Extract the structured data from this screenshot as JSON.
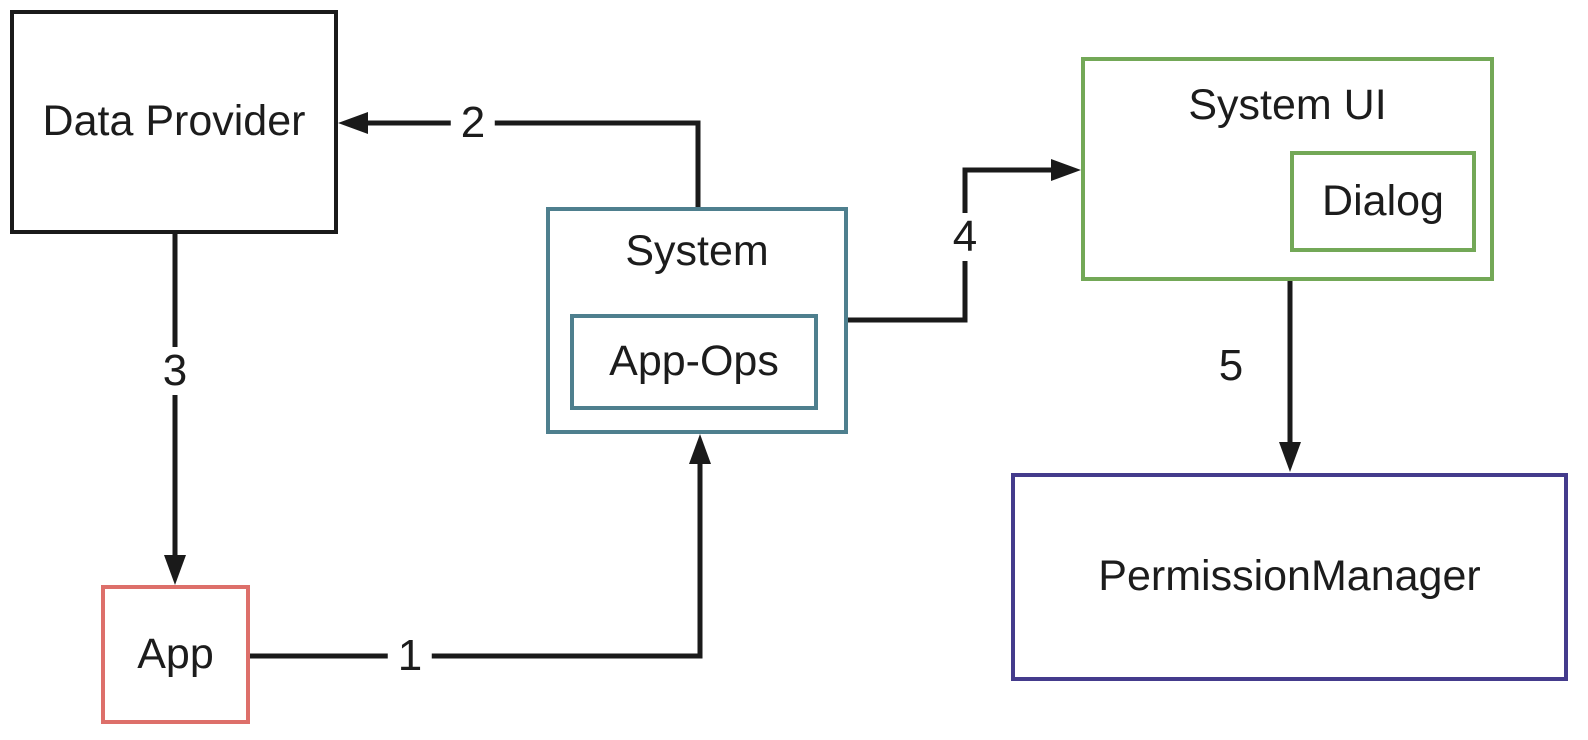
{
  "diagram": {
    "colors": {
      "background": "#ffffff",
      "line": "#1a1a1a",
      "black": "#1a1a1a",
      "teal": "#4e7f8e",
      "green": "#73a857",
      "red": "#dd6f6a",
      "purple": "#443b8c"
    },
    "nodes": {
      "data_provider": {
        "label": "Data Provider",
        "border_color": "#1a1a1a"
      },
      "system": {
        "label": "System",
        "border_color": "#4e7f8e"
      },
      "app_ops": {
        "label": "App-Ops",
        "border_color": "#4e7f8e"
      },
      "system_ui": {
        "label": "System UI",
        "border_color": "#73a857"
      },
      "dialog": {
        "label": "Dialog",
        "border_color": "#73a857"
      },
      "app": {
        "label": "App",
        "border_color": "#dd6f6a"
      },
      "permission_manager": {
        "label": "PermissionManager",
        "border_color": "#443b8c"
      }
    },
    "edges": [
      {
        "label": "1",
        "from": "App",
        "to": "System"
      },
      {
        "label": "2",
        "from": "System",
        "to": "Data Provider"
      },
      {
        "label": "3",
        "from": "Data Provider",
        "to": "App"
      },
      {
        "label": "4",
        "from": "System",
        "to": "System UI"
      },
      {
        "label": "5",
        "from": "System UI",
        "to": "PermissionManager"
      }
    ]
  }
}
